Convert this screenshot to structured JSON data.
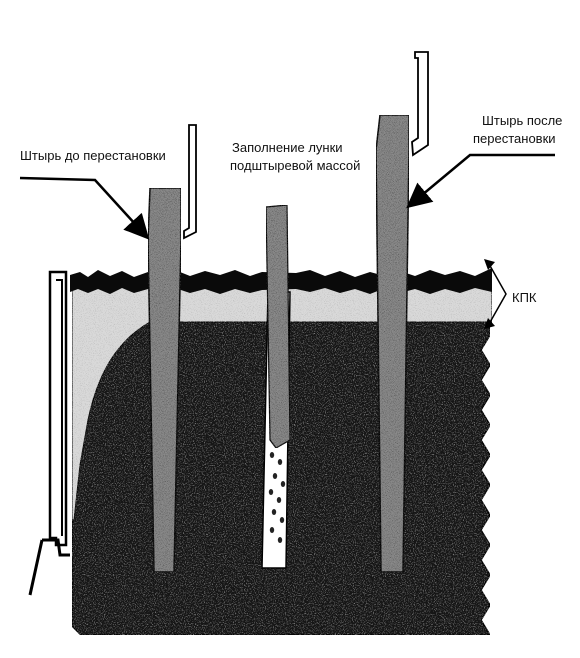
{
  "labels": {
    "pin_before": "Штырь до перестановки",
    "fill_line1": "Заполнение лунки",
    "fill_line2": "подштыревой массой",
    "pin_after_line1": "Штырь после",
    "pin_after_line2": "перестановки",
    "crust": "КПК"
  },
  "colors": {
    "bath": "#161616",
    "crust": "#d9d9d9",
    "crust_top": "#0a0a0a",
    "pin": "#8a8a8a",
    "hole": "#ffffff",
    "outline": "#000000"
  }
}
